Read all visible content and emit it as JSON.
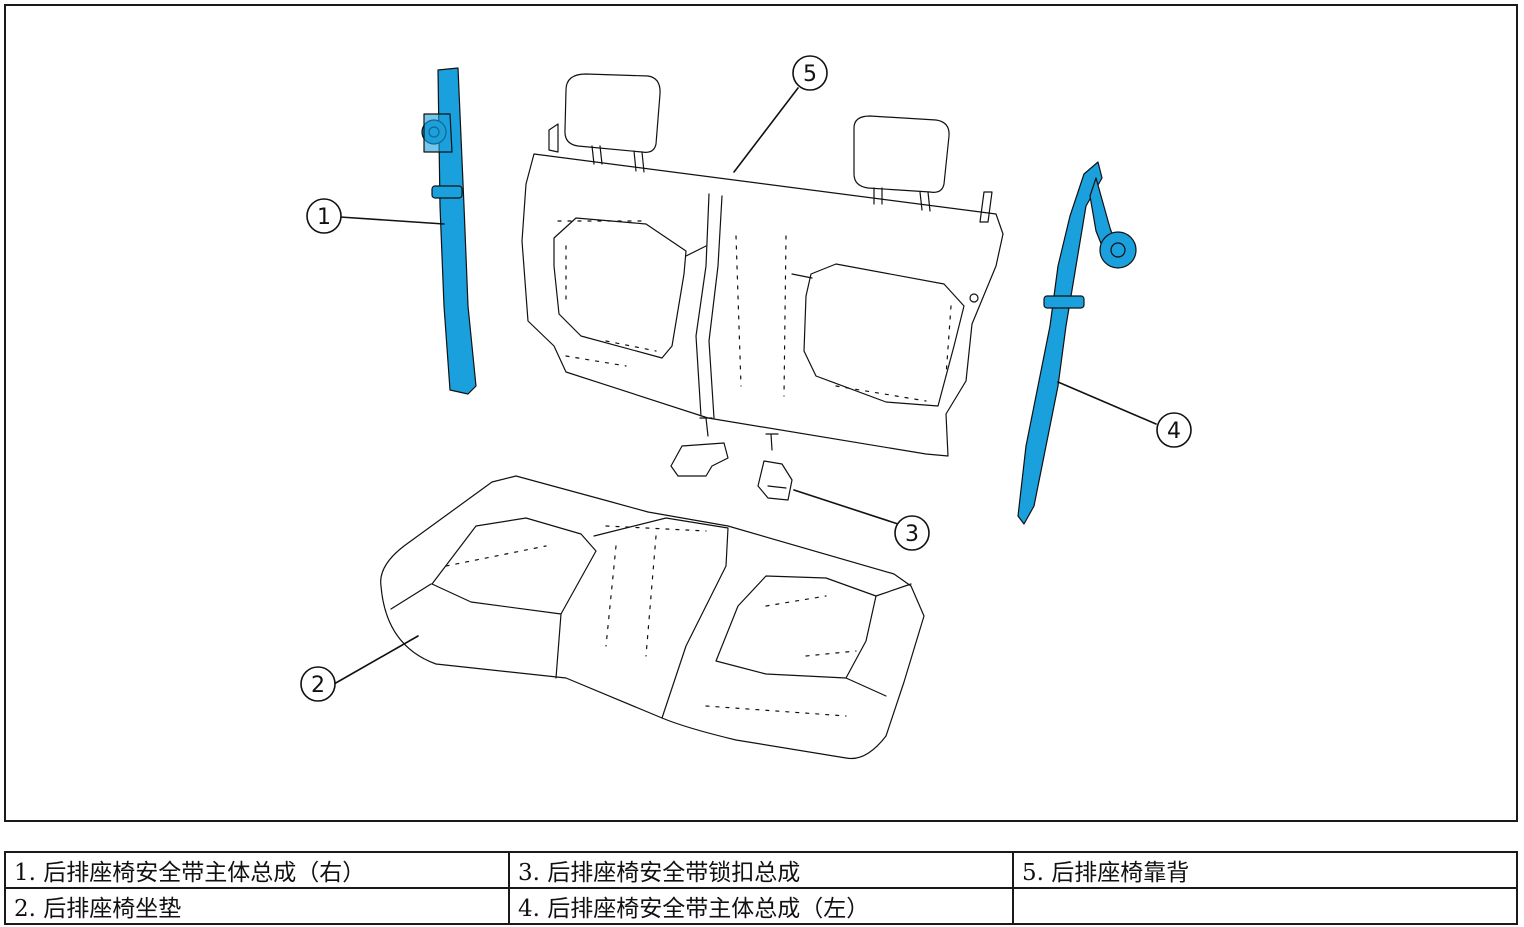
{
  "figure": {
    "callouts": [
      {
        "id": "1",
        "label": "1"
      },
      {
        "id": "2",
        "label": "2"
      },
      {
        "id": "3",
        "label": "3"
      },
      {
        "id": "4",
        "label": "4"
      },
      {
        "id": "5",
        "label": "5"
      }
    ],
    "colors": {
      "belt_fill": "#1aa0dc",
      "outline": "#111111"
    }
  },
  "legend": {
    "rows": [
      [
        "1. 后排座椅安全带主体总成（右）",
        "3. 后排座椅安全带锁扣总成",
        "5. 后排座椅靠背"
      ],
      [
        "2. 后排座椅坐垫",
        "4. 后排座椅安全带主体总成（左）",
        ""
      ]
    ]
  }
}
